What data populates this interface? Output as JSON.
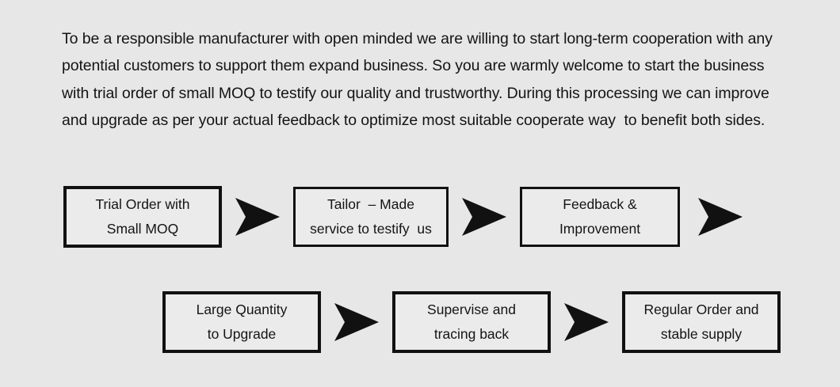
{
  "page": {
    "background_color": "#e7e7e7",
    "text_color": "#141414",
    "box_fill_color": "#ebebeb",
    "box_border_color": "#111111",
    "arrow_color": "#111111"
  },
  "intro": {
    "paragraph": "To be a responsible manufacturer with open minded we are willing to start long-term cooperation with any potential customers to support them expand business. So you are warmly welcome to start the business with trial order of small MOQ to testify our quality and trustworthy. During this processing we can improve and upgrade as per your actual feedback to optimize most suitable cooperate way  to benefit both sides."
  },
  "flow": {
    "rows": [
      {
        "name": "row-1",
        "boxes": [
          {
            "name": "trial-order",
            "line1": "Trial Order with",
            "line2": "Small MOQ"
          },
          {
            "name": "tailor-made",
            "line1": "Tailor  – Made",
            "line2": "service to testify  us"
          },
          {
            "name": "feedback",
            "line1": "Feedback &",
            "line2": "Improvement"
          }
        ],
        "arrows": [
          "arrow-1",
          "arrow-2",
          "arrow-3"
        ]
      },
      {
        "name": "row-2",
        "boxes": [
          {
            "name": "large-quantity",
            "line1": "Large Quantity",
            "line2": "to Upgrade"
          },
          {
            "name": "supervise",
            "line1": "Supervise and",
            "line2": "tracing back"
          },
          {
            "name": "regular-order",
            "line1": "Regular Order and",
            "line2": "stable supply"
          }
        ],
        "arrows": [
          "arrow-4",
          "arrow-5"
        ]
      }
    ]
  }
}
